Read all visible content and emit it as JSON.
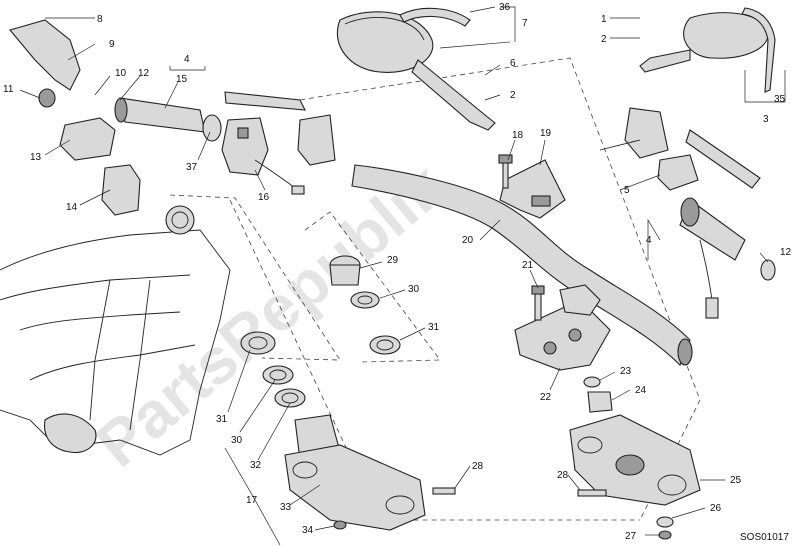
{
  "diagram": {
    "code": "SOS01017",
    "watermark": "PartsRepublik",
    "labels": {
      "l1": "1",
      "l2a": "2",
      "l2b": "2",
      "l3": "3",
      "l4a": "4",
      "l4b": "4",
      "l5": "5",
      "l6": "6",
      "l7": "7",
      "l8": "8",
      "l9": "9",
      "l10": "10",
      "l11": "11",
      "l12a": "12",
      "l12b": "12",
      "l13": "13",
      "l14": "14",
      "l15": "15",
      "l16": "16",
      "l17": "17",
      "l18": "18",
      "l19": "19",
      "l20": "20",
      "l21": "21",
      "l22": "22",
      "l23": "23",
      "l24": "24",
      "l25": "25",
      "l26": "26",
      "l27": "27",
      "l28a": "28",
      "l28b": "28",
      "l29": "29",
      "l30a": "30",
      "l30b": "30",
      "l31a": "31",
      "l31b": "31",
      "l32": "32",
      "l33": "33",
      "l34": "34",
      "l35": "35",
      "l36": "36",
      "l37": "37"
    }
  }
}
